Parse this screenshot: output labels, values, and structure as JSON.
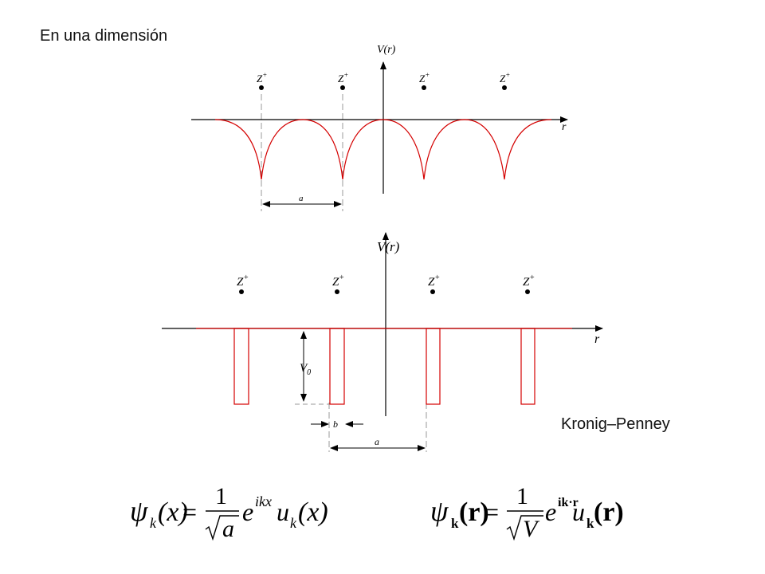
{
  "slide": {
    "title": "En una dimensión",
    "caption": "Kronig–Penney"
  },
  "diagram1": {
    "axis_y_label": "V(r)",
    "axis_x_label": "r",
    "ion_label": "Z",
    "ion_charge": "+",
    "spacing_label": "a"
  },
  "diagram2": {
    "axis_y_label": "V(r)",
    "axis_x_label": "r",
    "ion_label": "Z",
    "ion_charge": "+",
    "depth_label": "V",
    "depth_sub": "0",
    "width_label": "b",
    "spacing_label": "a"
  },
  "equation1": {
    "psi": "ψ",
    "psi_sub": "k",
    "arg": "(x)",
    "equals": "=",
    "numerator": "1",
    "denominator": "a",
    "exp_base": "e",
    "exponent": "ikx",
    "u": "u",
    "u_sub": "k",
    "u_arg": "(x)"
  },
  "equation2": {
    "psi": "ψ",
    "psi_sub": "k",
    "arg": "(r)",
    "equals": "=",
    "numerator": "1",
    "denominator": "V",
    "exp_base": "e",
    "exponent": "ik·r",
    "u": "u",
    "u_sub": "k",
    "u_arg": "(r)"
  },
  "colors": {
    "potential": "#d40000",
    "axis": "#000000",
    "guide": "#9a9a9a"
  }
}
